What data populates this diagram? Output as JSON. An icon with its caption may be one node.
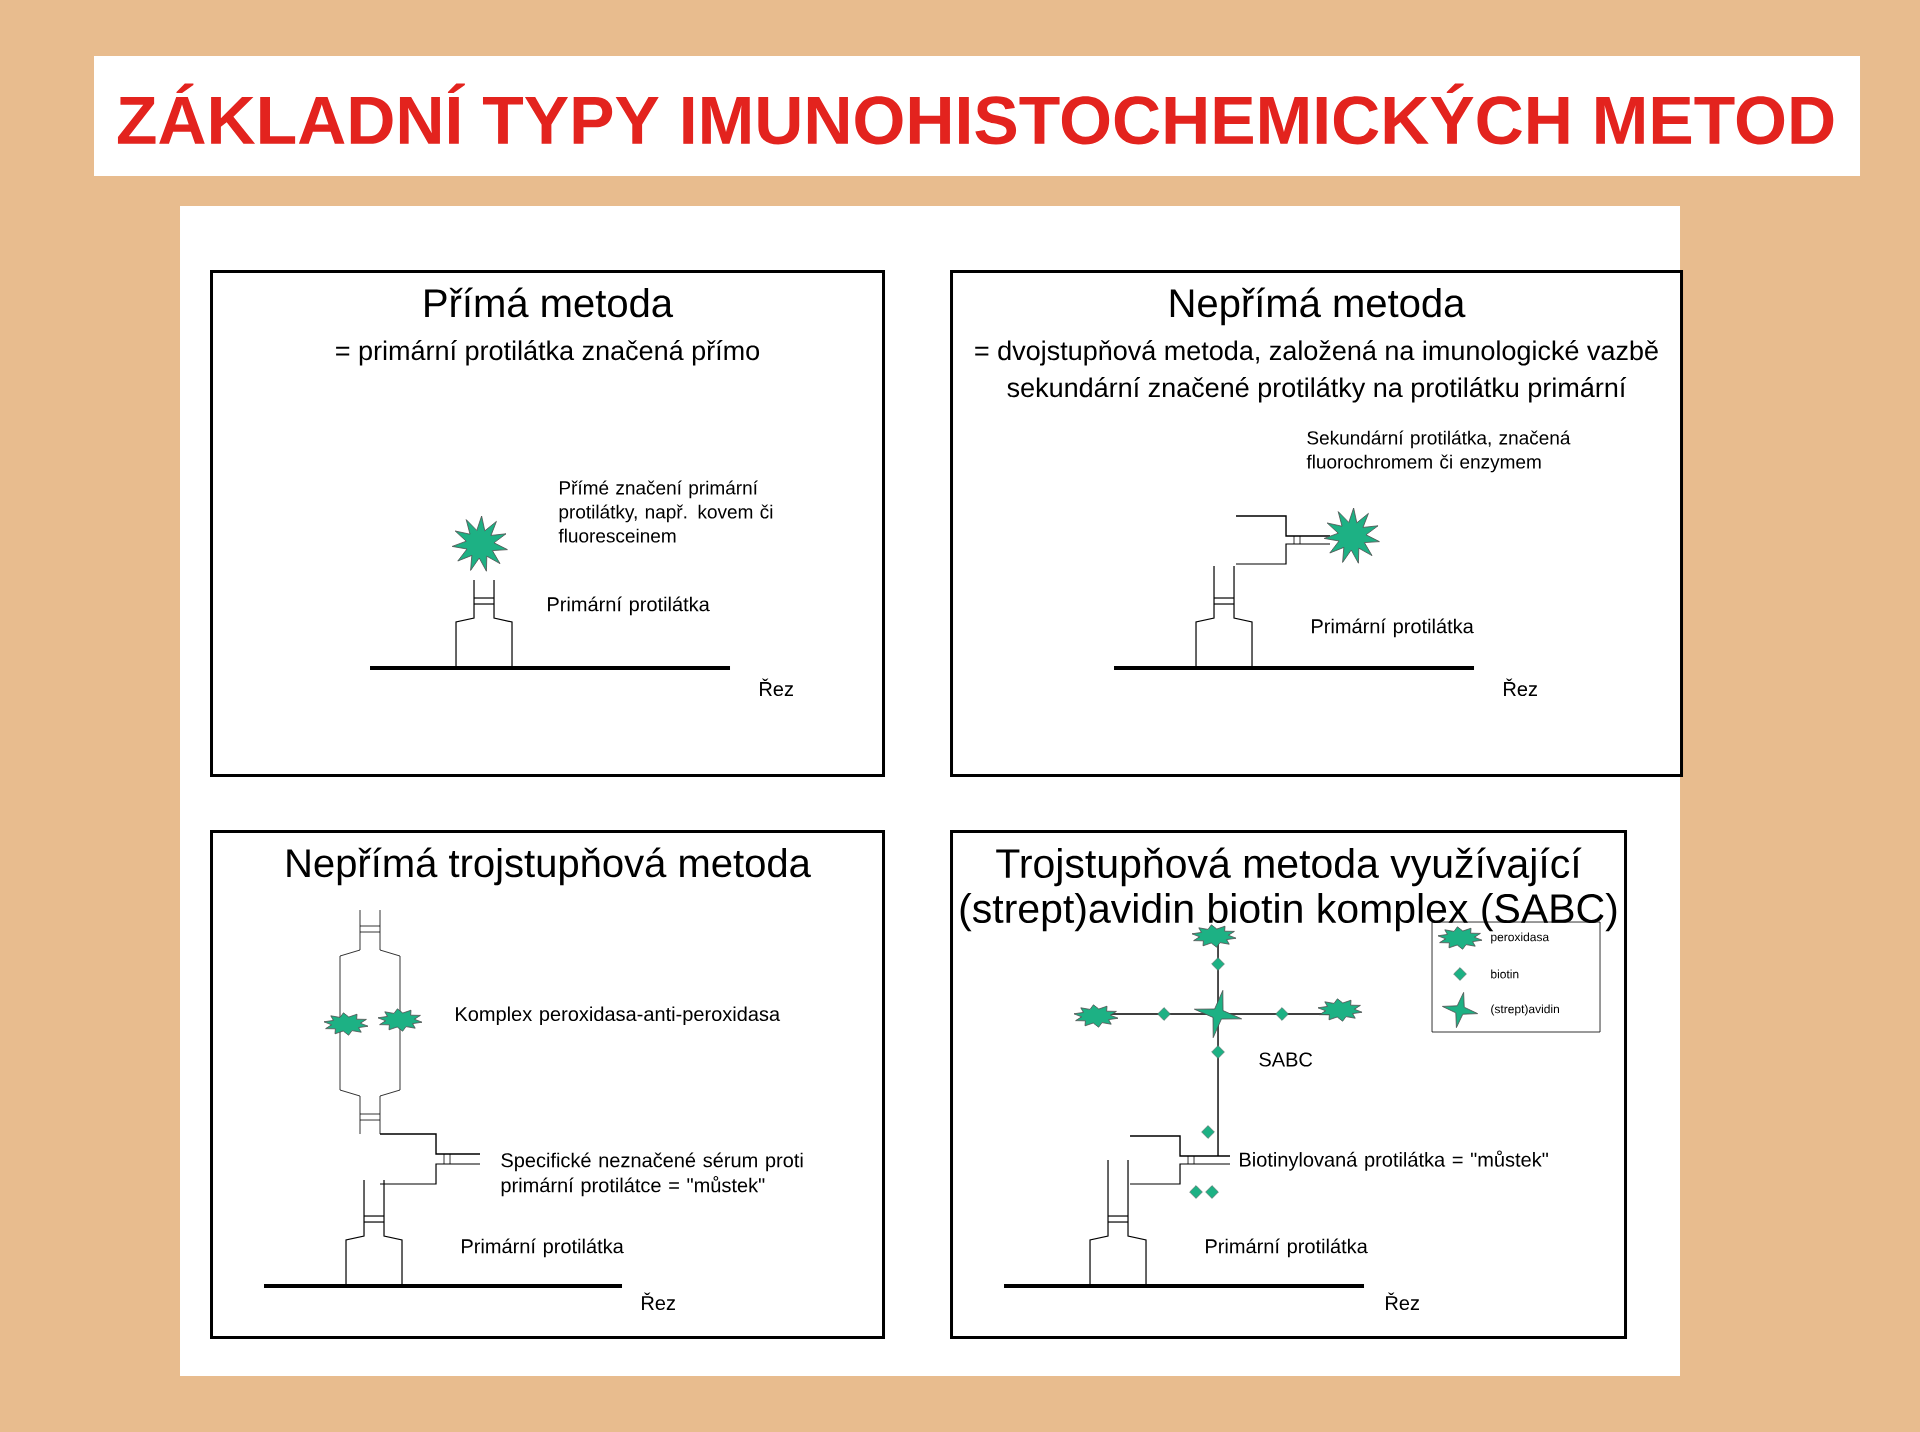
{
  "diagram": {
    "title": "ZÁKLADNÍ TYPY IMUNOHISTOCHEMICKÝCH METOD",
    "nodes": [
      {
        "text": [
          "Přímá metoda",
          "= primární protilátka značená přímo"
        ]
      },
      {
        "text": [
          "Nepřímá metoda",
          "= dvojstupňová metoda, založená na imunologické vazbě sekundární značené protilátky na protilátku primární"
        ]
      },
      {
        "text": [
          "Nepřímá trojstupňová metoda"
        ]
      },
      {
        "text": [
          "Trojstupňová metoda využívající (strept)avidin biotin komplex (SABC)"
        ]
      }
    ],
    "labels": [
      "Přímé značení primární protilátky, např. kovem či fluoresceinem",
      "Primární protilátka",
      "Řez",
      "Sekundární protilátka, značená fluorochromem či enzymem",
      "Primární protilátka",
      "Řez",
      "Komplex peroxidasa-anti-peroxidasa",
      "Specifické neznačené sérum proti primární protilátce = \"můstek\"",
      "Primární protilátka",
      "Řez",
      "SABC",
      "Biotinylovaná protilátka = \"můstek\"",
      "Primární protilátka",
      "Řez"
    ],
    "legend": [
      {
        "text": "peroxidasa"
      },
      {
        "text": "biotin"
      },
      {
        "text": "(strept)avidin"
      }
    ]
  }
}
